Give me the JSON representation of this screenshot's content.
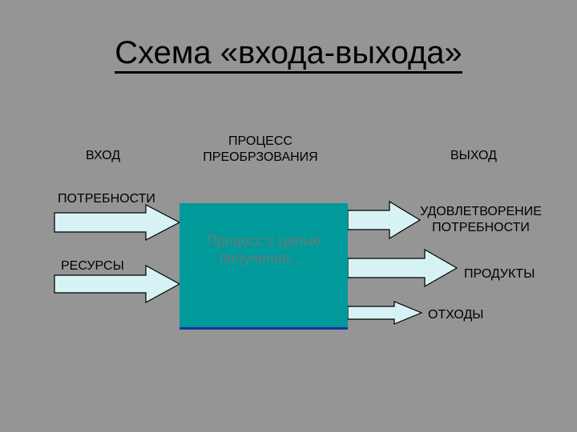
{
  "title": "Схема «входа-выхода»",
  "headers": {
    "input": "ВХОД",
    "process_line1": "ПРОЦЕСС",
    "process_line2": "ПРЕОБРЗОВАНИЯ",
    "output": "ВЫХОД"
  },
  "inputs": [
    "ПОТРЕБНОСТИ",
    "РЕСУРСЫ"
  ],
  "process_box": {
    "line1": "Процесс с целью",
    "line2": "получения….",
    "color": "#009a9a"
  },
  "outputs": {
    "satisfaction_line1": "УДОВЛЕТВОРЕНИЕ",
    "satisfaction_line2": "ПОТРЕБНОСТИ",
    "products": "ПРОДУКТЫ",
    "waste": "ОТХОДЫ"
  },
  "colors": {
    "background": "#959595",
    "arrow_fill": "#d7f2f4"
  }
}
